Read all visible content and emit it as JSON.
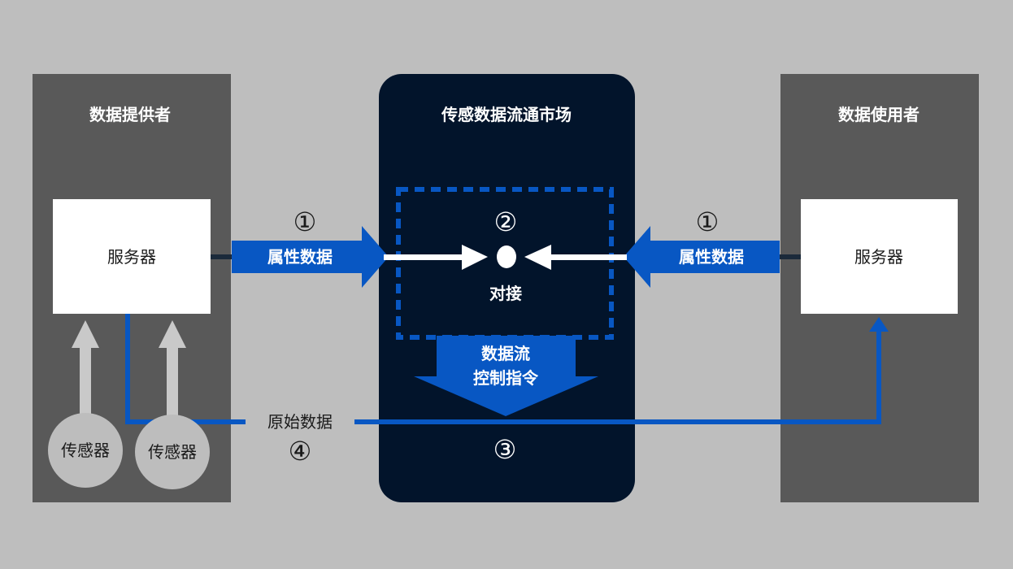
{
  "colors": {
    "background": "#bebebe",
    "side_panel": "#595959",
    "market_panel": "#02142b",
    "server_box": "#ffffff",
    "sensor": "#bdbdbd",
    "accent_blue": "#0857c3",
    "sensor_arrow": "#c9c9c9",
    "white": "#ffffff",
    "dark_line": "#1b2a3b"
  },
  "provider": {
    "title": "数据提供者",
    "server_label": "服务器",
    "sensors": [
      "传感器",
      "传感器"
    ]
  },
  "market": {
    "title": "传感数据流通市场",
    "matching_step": "②",
    "matching_label": "对接",
    "control_line1": "数据流",
    "control_line2": "控制指令",
    "control_step": "③"
  },
  "consumer": {
    "title": "数据使用者",
    "server_label": "服务器"
  },
  "left_flow": {
    "step": "①",
    "label": "属性数据"
  },
  "right_flow": {
    "step": "①",
    "label": "属性数据"
  },
  "raw_data": {
    "label": "原始数据",
    "step": "④"
  }
}
